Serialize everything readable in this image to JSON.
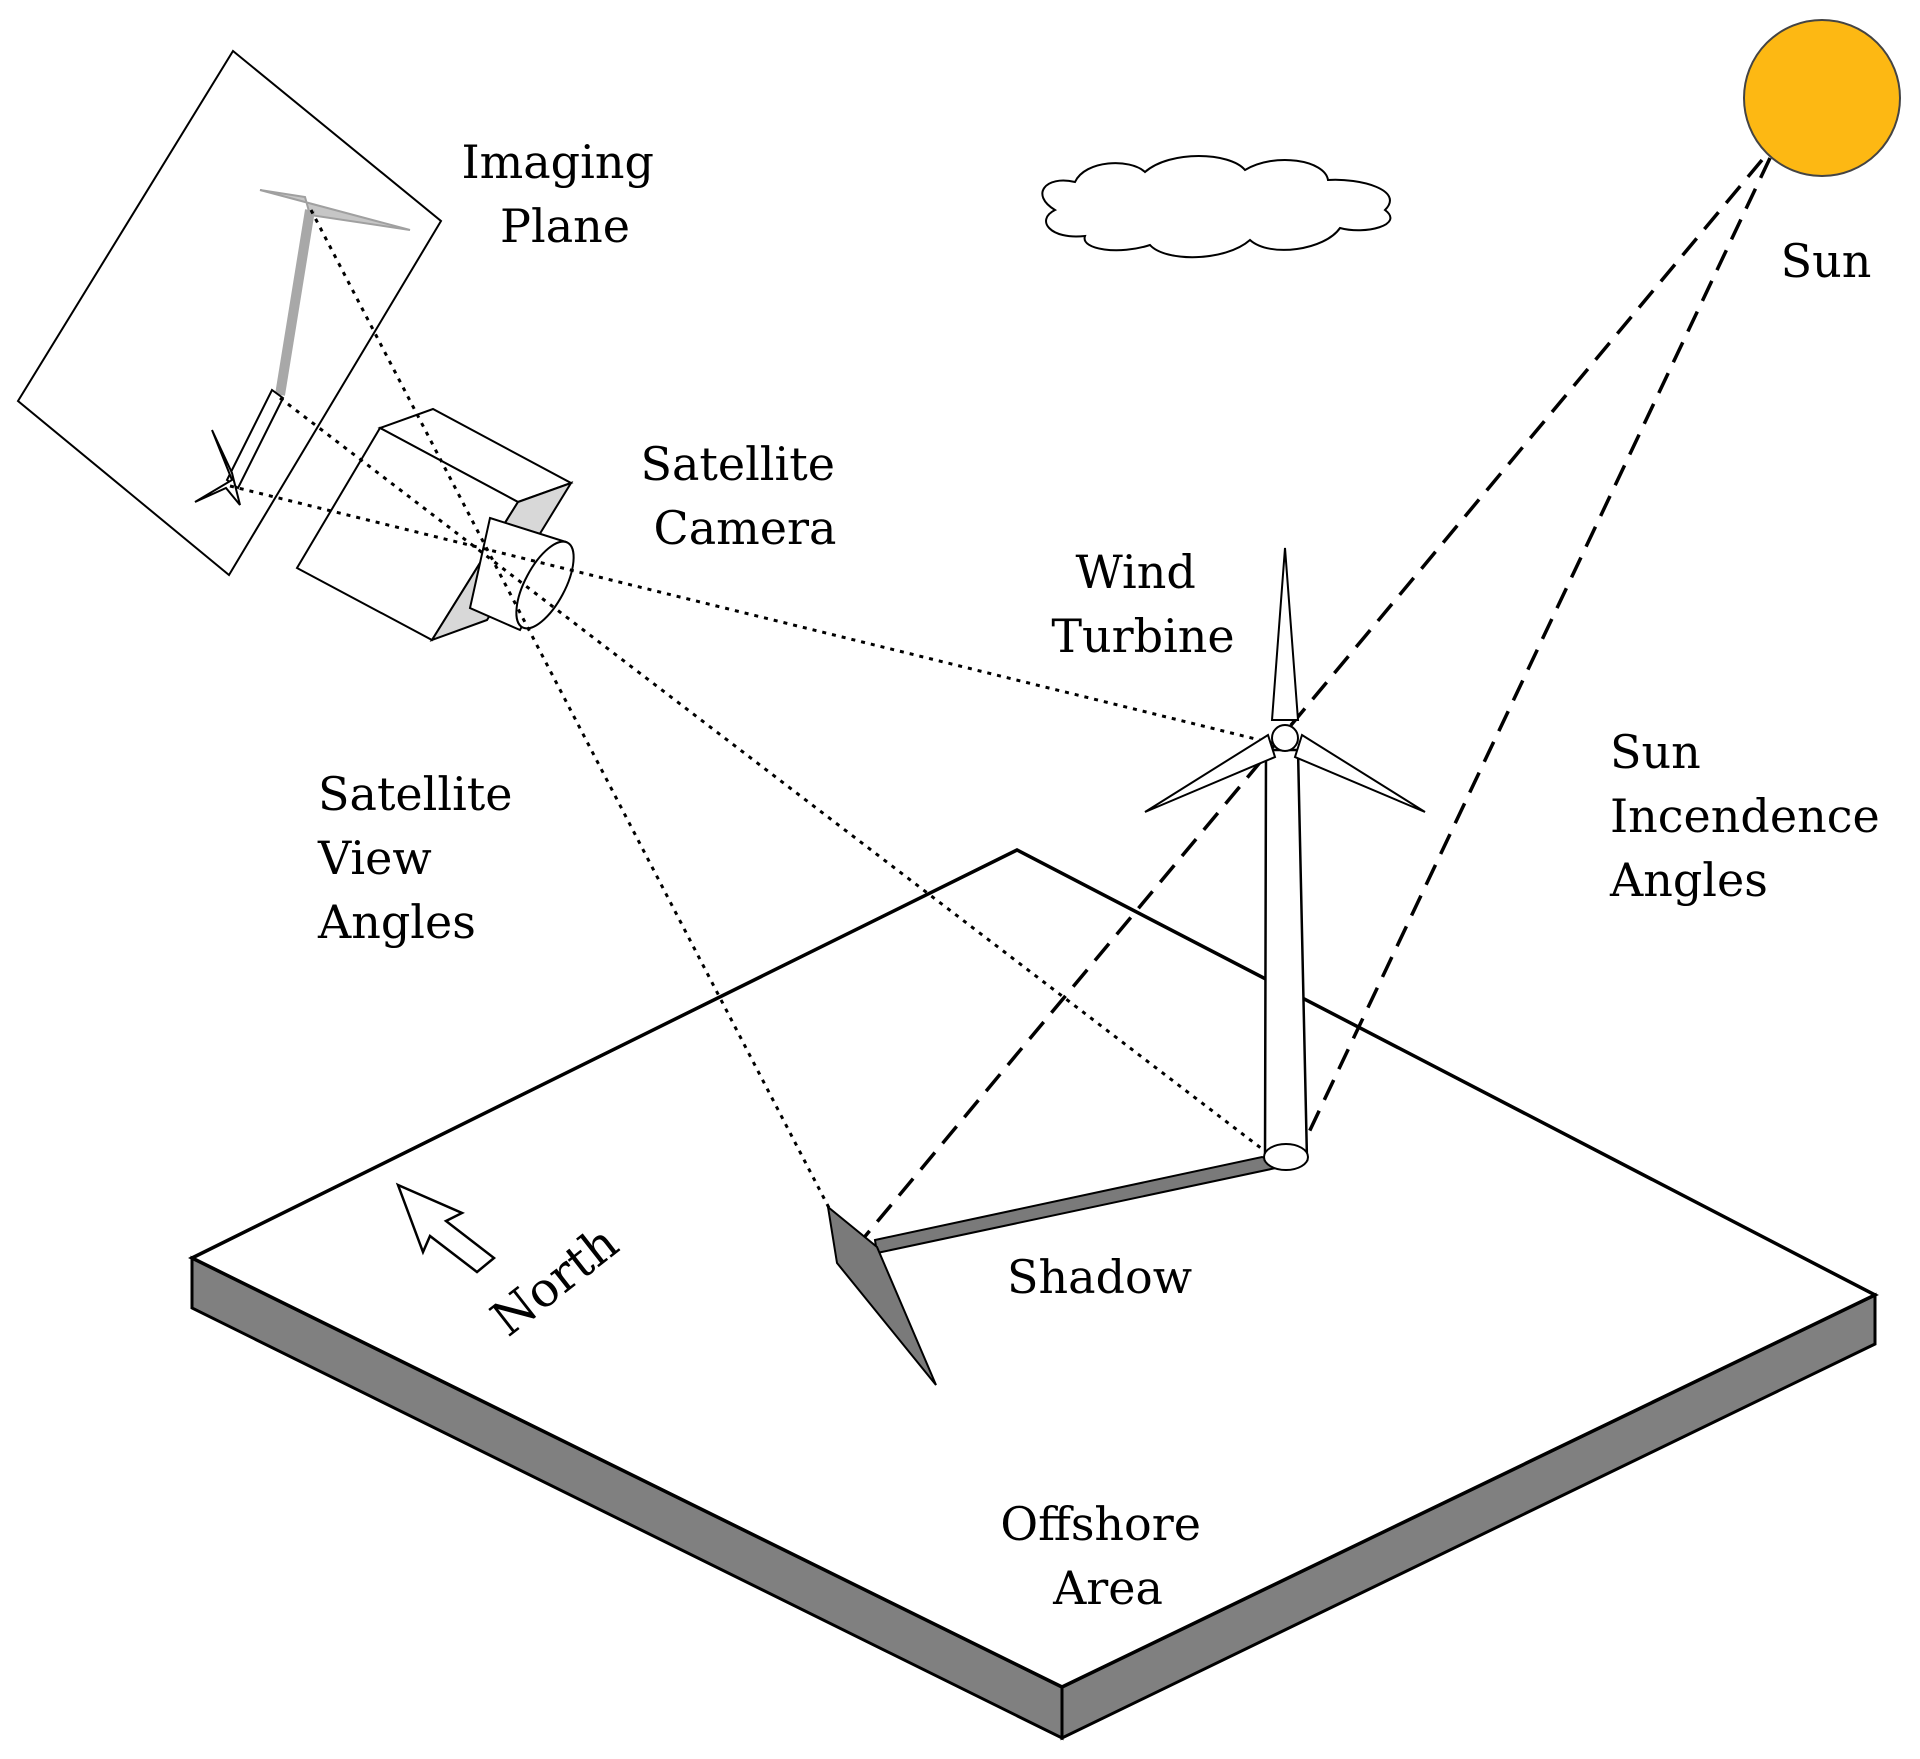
{
  "labels": {
    "imaging_plane": [
      "Imaging",
      "Plane"
    ],
    "satellite_camera": [
      "Satellite",
      "Camera"
    ],
    "sun": "Sun",
    "wind_turbine": [
      "Wind",
      "Turbine"
    ],
    "satellite_view_angles": [
      "Satellite",
      "View",
      "Angles"
    ],
    "sun_incidence_angles": [
      "Sun",
      "Incendence",
      "Angles"
    ],
    "north": "North",
    "shadow": "Shadow",
    "offshore_area": [
      "Offshore",
      "Area"
    ]
  },
  "colors": {
    "sun_fill": "#FDB813",
    "sun_stroke": "#444444",
    "ground_side": "#808080",
    "shadow_fill": "#7a7a7a",
    "image_turbine": "#a8a8a8",
    "camera_shade": "#d8d8d8",
    "line": "#000000"
  },
  "icons": {
    "north_arrow": "arrow-up-left-icon",
    "sun": "sun-icon",
    "cloud": "cloud-icon"
  }
}
